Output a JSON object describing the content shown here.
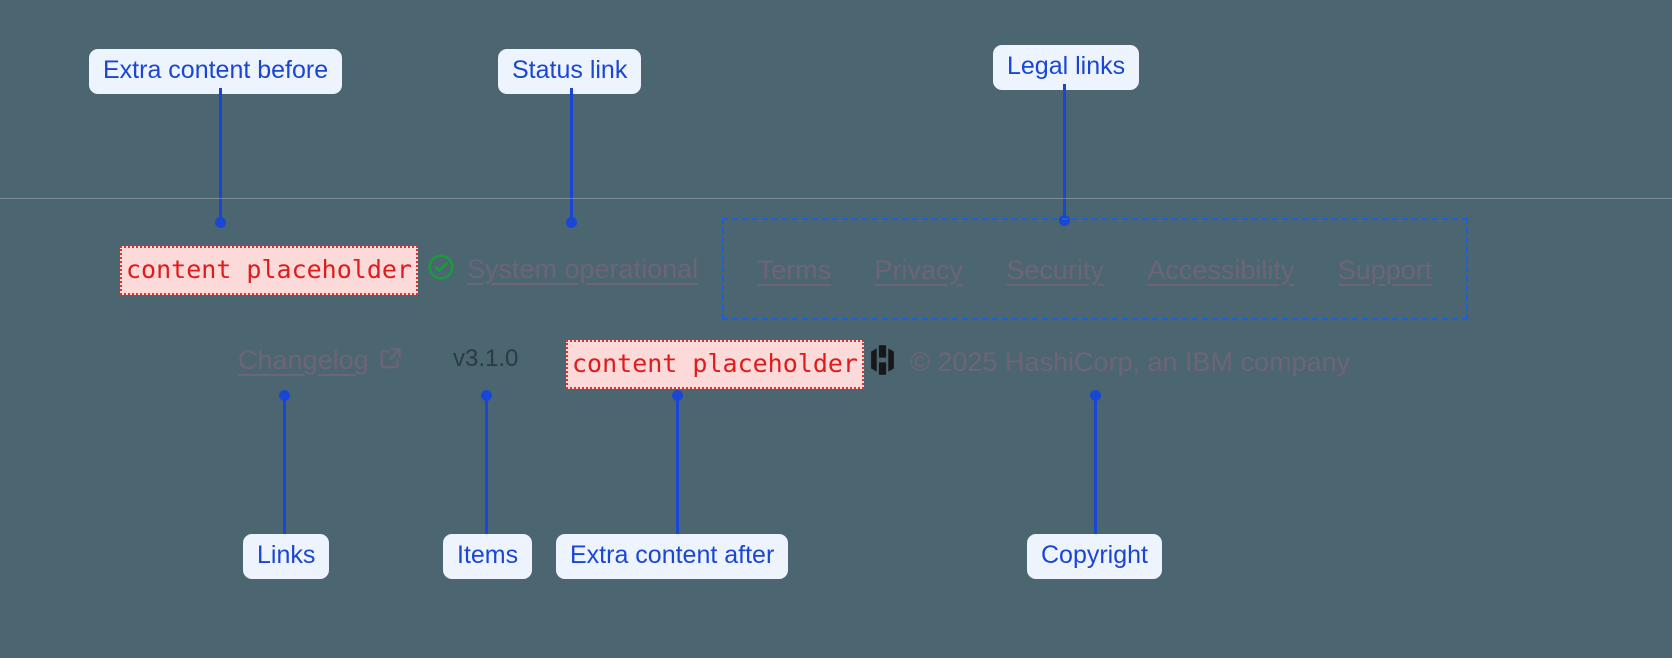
{
  "page": {
    "background_color": "#4b6670",
    "annotation_color": "#1a46d6",
    "muted_text_color": "#6e6478",
    "placeholder_color": "#e01b1b",
    "status_ok_color": "#1a9c3e"
  },
  "annotations": [
    {
      "id": "extra-before",
      "label": "Extra content before"
    },
    {
      "id": "status-link",
      "label": "Status link"
    },
    {
      "id": "legal-links",
      "label": "Legal links"
    },
    {
      "id": "links",
      "label": "Links"
    },
    {
      "id": "items",
      "label": "Items"
    },
    {
      "id": "extra-after",
      "label": "Extra content after"
    },
    {
      "id": "copyright",
      "label": "Copyright"
    }
  ],
  "footer": {
    "extra_content_before": "content placeholder",
    "extra_content_after": "content placeholder",
    "status": {
      "icon": "check-circle-icon",
      "label": "System operational"
    },
    "legal_links": [
      {
        "label": "Terms"
      },
      {
        "label": "Privacy"
      },
      {
        "label": "Security"
      },
      {
        "label": "Accessibility"
      },
      {
        "label": "Support"
      }
    ],
    "changelog": {
      "label": "Changelog",
      "icon": "external-link-icon"
    },
    "version": "v3.1.0",
    "brand": {
      "logo": "hashicorp-logo",
      "copyright": "© 2025 HashiCorp, an IBM company"
    }
  }
}
